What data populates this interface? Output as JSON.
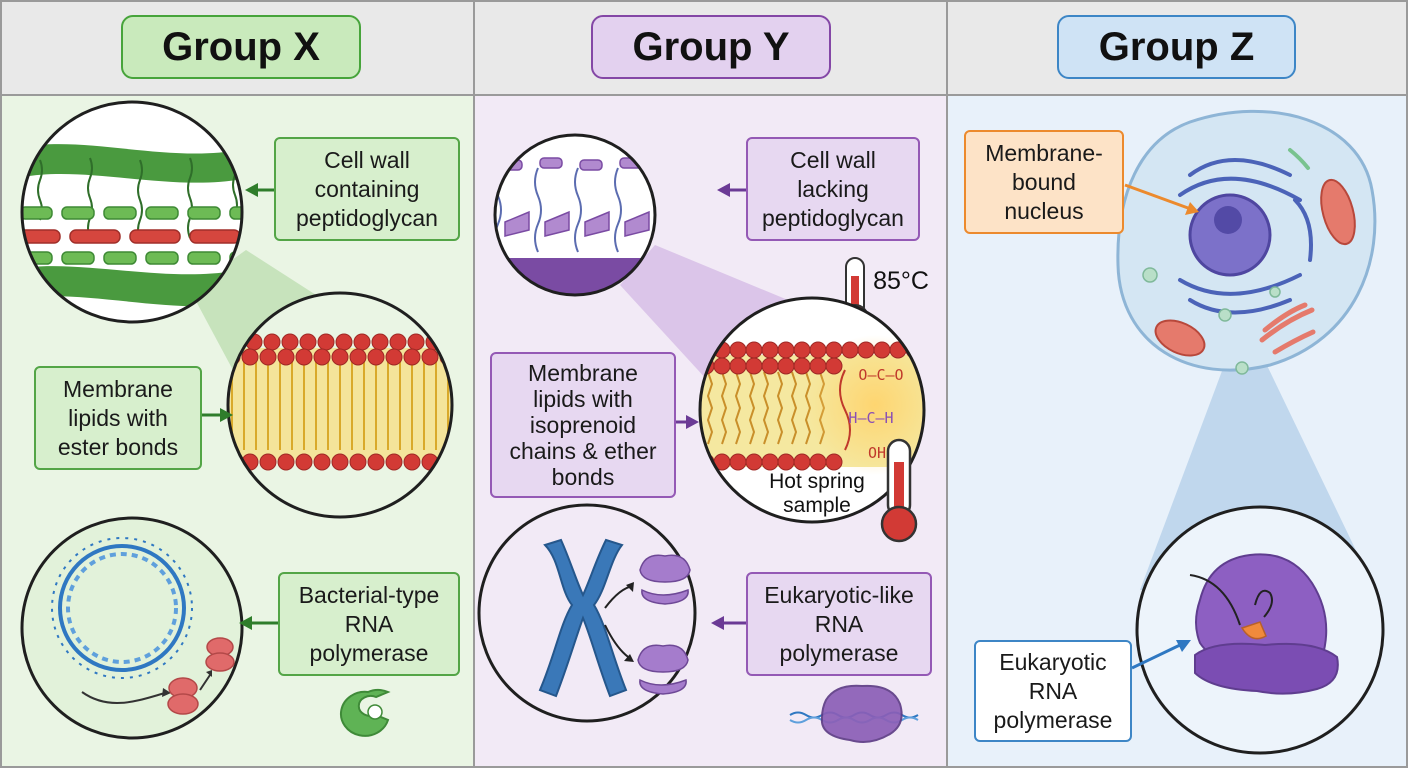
{
  "groups": {
    "x": {
      "title": "Group X",
      "accent": "#47a43b",
      "panel": "#eaf5e4"
    },
    "y": {
      "title": "Group Y",
      "accent": "#8447a6",
      "panel": "#f2eaf6"
    },
    "z": {
      "title": "Group Z",
      "accent": "#3d86c6",
      "panel": "#e8f1fa"
    }
  },
  "labels": {
    "x_cell_wall": [
      "Cell wall",
      "containing",
      "peptidoglycan"
    ],
    "x_membrane": [
      "Membrane",
      "lipids with",
      "ester bonds"
    ],
    "x_rna": [
      "Bacterial-type",
      "RNA",
      "polymerase"
    ],
    "y_cell_wall": [
      "Cell wall",
      "lacking",
      "peptidoglycan"
    ],
    "y_membrane": [
      "Membrane",
      "lipids with",
      "isoprenoid",
      "chains & ether",
      "bonds"
    ],
    "y_rna": [
      "Eukaryotic-like",
      "RNA",
      "polymerase"
    ],
    "y_temp": "85°C",
    "y_hot_spring": [
      "Hot spring",
      "sample"
    ],
    "y_chem": {
      "top": "O—C—O",
      "mid": "H—C—H",
      "bottom": "OH"
    },
    "z_nucleus": [
      "Membrane-",
      "bound",
      "nucleus"
    ],
    "z_rna": [
      "Eukaryotic",
      "RNA",
      "polymerase"
    ]
  },
  "colors": {
    "green_dark": "#2f7d2b",
    "purple_dark": "#6b3a95",
    "red_lipid": "#d23a35",
    "yellow_tail": "#e9c34a",
    "blue_dna": "#2f78c2",
    "orange": "#ec8a2d"
  }
}
